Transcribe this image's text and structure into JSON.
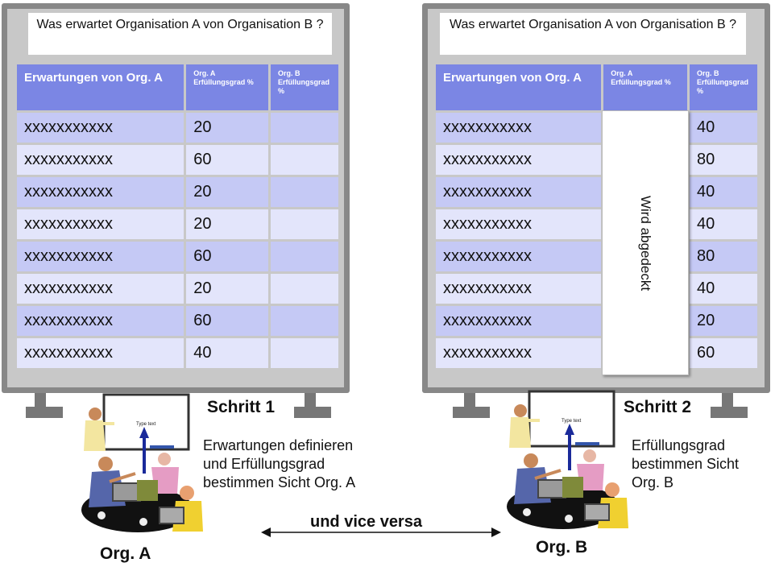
{
  "left_board": {
    "question": "Was erwartet Organisation A von Organisation B ?",
    "headers": [
      "Erwartungen von Org. A",
      "Org. A Erfüllungsgrad %",
      "Org. B Erfüllungsgrad %"
    ],
    "rows": [
      {
        "label": "xxxxxxxxxxx",
        "a": "20",
        "b": ""
      },
      {
        "label": "xxxxxxxxxxx",
        "a": "60",
        "b": ""
      },
      {
        "label": "xxxxxxxxxxx",
        "a": "20",
        "b": ""
      },
      {
        "label": "xxxxxxxxxxx",
        "a": "20",
        "b": ""
      },
      {
        "label": "xxxxxxxxxxx",
        "a": "60",
        "b": ""
      },
      {
        "label": "xxxxxxxxxxx",
        "a": "20",
        "b": ""
      },
      {
        "label": "xxxxxxxxxxx",
        "a": "60",
        "b": ""
      },
      {
        "label": "xxxxxxxxxxx",
        "a": "40",
        "b": ""
      }
    ]
  },
  "right_board": {
    "question": "Was erwartet Organisation A von Organisation B ?",
    "headers": [
      "Erwartungen von Org. A",
      "Org. A Erfüllungsgrad %",
      "Org. B Erfüllungsgrad %"
    ],
    "cover_text": "Wird abgedeckt",
    "rows": [
      {
        "label": "xxxxxxxxxxx",
        "a": "",
        "b": "40"
      },
      {
        "label": "xxxxxxxxxxx",
        "a": "",
        "b": "80"
      },
      {
        "label": "xxxxxxxxxxx",
        "a": "",
        "b": "40"
      },
      {
        "label": "xxxxxxxxxxx",
        "a": "",
        "b": "40"
      },
      {
        "label": "xxxxxxxxxxx",
        "a": "",
        "b": "80"
      },
      {
        "label": "xxxxxxxxxxx",
        "a": "",
        "b": "40"
      },
      {
        "label": "xxxxxxxxxxx",
        "a": "",
        "b": "20"
      },
      {
        "label": "xxxxxxxxxxx",
        "a": "",
        "b": "60"
      }
    ]
  },
  "step1": {
    "title": "Schritt 1",
    "text": [
      "Erwartungen definieren",
      "und Erfüllungsgrad",
      "bestimmen Sicht Org. A"
    ]
  },
  "step2": {
    "title": "Schritt 2",
    "text": [
      "Erfüllungsgrad",
      "bestimmen Sicht",
      "Org. B"
    ]
  },
  "org_a": "Org. A",
  "org_b": "Org. B",
  "vice_versa": "und vice versa",
  "clipart_label": "Type text",
  "colors": {
    "header": "#7b86e4",
    "row_dark": "#c5c9f5",
    "row_light": "#e3e5fb",
    "board": "#888888",
    "board_inner": "#c8c8c8"
  }
}
